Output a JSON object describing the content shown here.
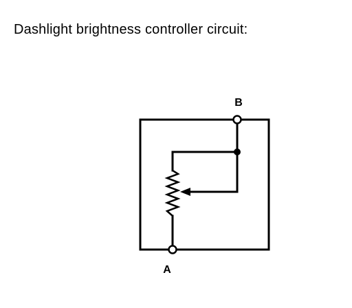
{
  "title": "Dashlight brightness controller circuit:",
  "diagram": {
    "terminals": {
      "a_label": "A",
      "b_label": "B"
    },
    "components": [
      "resistor",
      "wiper-arrow",
      "junction-dot"
    ]
  },
  "colors": {
    "ink": "#000000",
    "background": "#ffffff"
  }
}
